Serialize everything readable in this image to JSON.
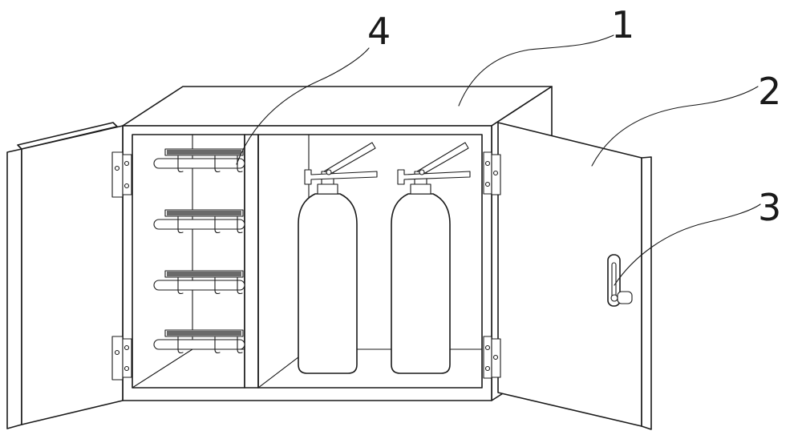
{
  "labels": [
    {
      "id": "cabinet-body",
      "text": "1"
    },
    {
      "id": "door",
      "text": "2"
    },
    {
      "id": "door-handle",
      "text": "3"
    },
    {
      "id": "rack-hook",
      "text": "4"
    }
  ],
  "colors": {
    "stroke": "#1a1a1a",
    "background": "#ffffff",
    "grit": "#6a6a6a"
  }
}
